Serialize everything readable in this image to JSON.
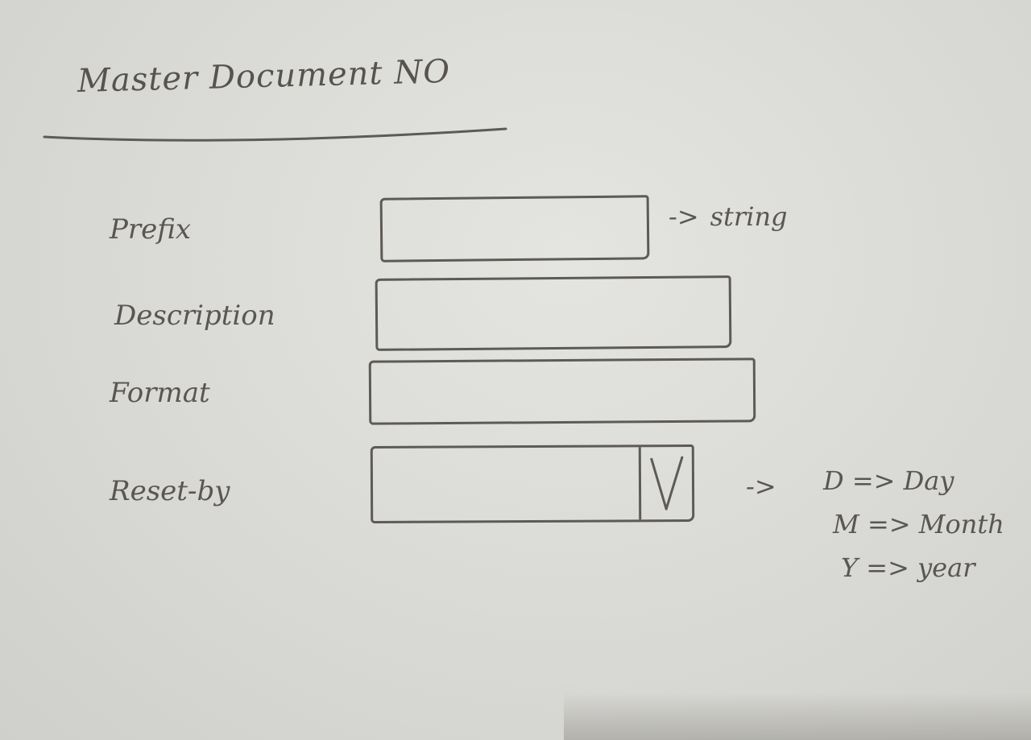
{
  "form": {
    "title": "Master Document NO",
    "fields": [
      {
        "label": "Prefix",
        "value": "",
        "note": "string"
      },
      {
        "label": "Description",
        "value": ""
      },
      {
        "label": "Format",
        "value": ""
      },
      {
        "label": "Reset-by",
        "value": "",
        "control": "dropdown"
      }
    ],
    "arrow_symbol": "->",
    "reset_options": [
      {
        "code": "D",
        "arrow": "=>",
        "meaning": "Day"
      },
      {
        "code": "M",
        "arrow": "=>",
        "meaning": "Month"
      },
      {
        "code": "Y",
        "arrow": "=>",
        "meaning": "year"
      }
    ]
  },
  "icons": {
    "dropdown": "chevron-down-icon",
    "note_arrow": "arrow-right-icon"
  },
  "colors": {
    "ink": "#5e5a56",
    "paper": "#dcdcd8"
  }
}
